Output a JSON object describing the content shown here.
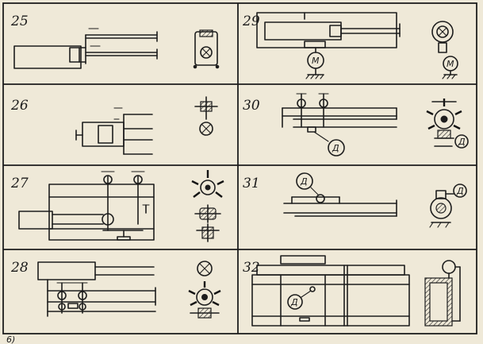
{
  "diagrams": [
    {
      "id": "25",
      "label": "25"
    },
    {
      "id": "29",
      "label": "29",
      "motor_front": "M",
      "motor_side": "M"
    },
    {
      "id": "26",
      "label": "26"
    },
    {
      "id": "30",
      "label": "30",
      "drive": "Д"
    },
    {
      "id": "27",
      "label": "27"
    },
    {
      "id": "31",
      "label": "31",
      "drive": "Д"
    },
    {
      "id": "28",
      "label": "28"
    },
    {
      "id": "32",
      "label": "32",
      "drive": "Д"
    }
  ],
  "icons": [
    "cross-in-circle-icon",
    "motor-icon",
    "drive-icon",
    "roller-icon",
    "ground-hatch-icon"
  ],
  "colors": {
    "paper": "#efe9d8",
    "ink": "#1d1d1d"
  }
}
